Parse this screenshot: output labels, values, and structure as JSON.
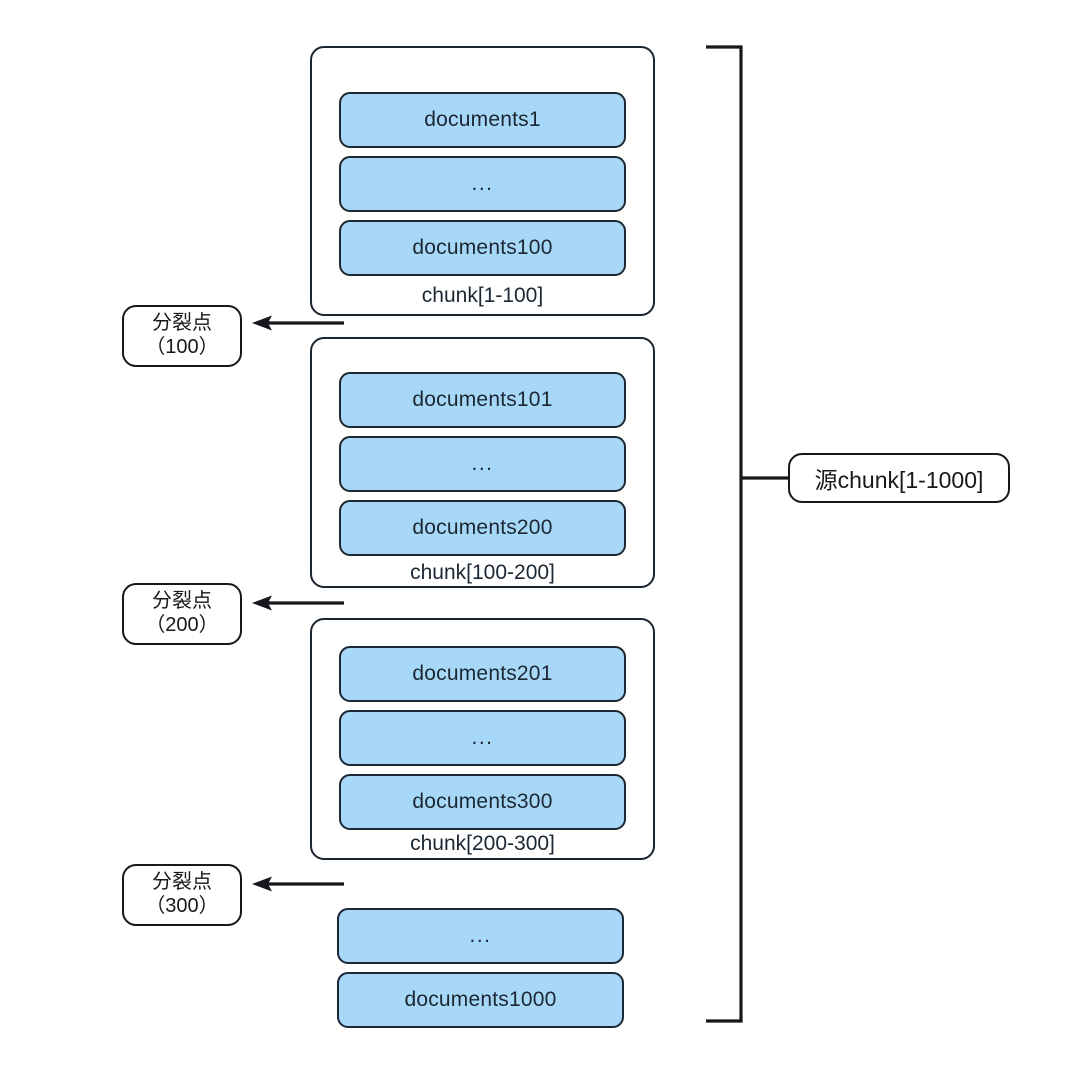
{
  "diagram": {
    "title": "chunk split diagram",
    "colors": {
      "doc_fill": "#a8d8f8",
      "doc_stroke": "#1b2733",
      "frame_stroke": "#1b2630",
      "text": "#17181c",
      "background": "#ffffff"
    },
    "chunks": [
      {
        "caption": "chunk[1-100]",
        "framed": true,
        "rows": [
          {
            "label": "documents1",
            "kind": "document"
          },
          {
            "label": "...",
            "kind": "ellipsis"
          },
          {
            "label": "documents100",
            "kind": "document"
          }
        ]
      },
      {
        "caption": "chunk[100-200]",
        "framed": true,
        "rows": [
          {
            "label": "documents101",
            "kind": "document"
          },
          {
            "label": "...",
            "kind": "ellipsis"
          },
          {
            "label": "documents200",
            "kind": "document"
          }
        ]
      },
      {
        "caption": "chunk[200-300]",
        "framed": true,
        "rows": [
          {
            "label": "documents201",
            "kind": "document"
          },
          {
            "label": "...",
            "kind": "ellipsis"
          },
          {
            "label": "documents300",
            "kind": "document"
          }
        ]
      },
      {
        "caption": "",
        "framed": false,
        "rows": [
          {
            "label": "...",
            "kind": "ellipsis"
          },
          {
            "label": "documents1000",
            "kind": "document"
          }
        ]
      }
    ],
    "split_points": [
      {
        "title": "分裂点",
        "value": "（100）"
      },
      {
        "title": "分裂点",
        "value": "（200）"
      },
      {
        "title": "分裂点",
        "value": "（300）"
      }
    ],
    "source_label": "源chunk[1-1000]"
  }
}
